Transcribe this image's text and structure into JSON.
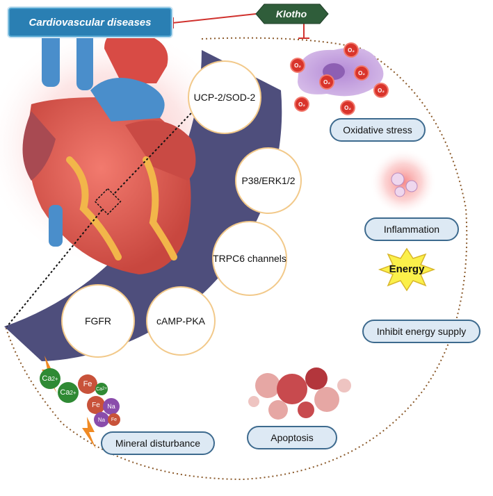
{
  "header": {
    "disease_label": "Cardiovascular diseases",
    "regulator_label": "Klotho"
  },
  "pathways": [
    {
      "id": "ucp",
      "label": "UCP-2/SOD-2"
    },
    {
      "id": "p38",
      "label": "P38/ERK1/2"
    },
    {
      "id": "trpc6",
      "label": "TRPC6 channels"
    },
    {
      "id": "camp",
      "label": "cAMP-PKA"
    },
    {
      "id": "fgfr",
      "label": "FGFR"
    }
  ],
  "outcomes": [
    {
      "id": "oxidative",
      "label": "Oxidative stress"
    },
    {
      "id": "inflammation",
      "label": "Inflammation"
    },
    {
      "id": "energy",
      "label": "Inhibit energy supply"
    },
    {
      "id": "apoptosis",
      "label": "Apoptosis"
    },
    {
      "id": "mineral",
      "label": "Mineral disturbance"
    }
  ],
  "icons": {
    "energy_burst": "Energy",
    "oxygen_radical": "O₂",
    "ions": {
      "calcium": "Ca",
      "calcium_charge": "2+",
      "iron": "Fe",
      "sodium": "Na"
    }
  },
  "colors": {
    "title_box": "#2a7fb3",
    "klotho_badge": "#2f5d3a",
    "inhibition_line": "#d0312d",
    "arc_band": "#4e4e7c",
    "outcome_pill_border": "#3d6a8e",
    "outcome_pill_fill": "#dde9f4",
    "pathway_circle_border": "#f2c98a",
    "dotted_outline": "#8b5a2b"
  }
}
